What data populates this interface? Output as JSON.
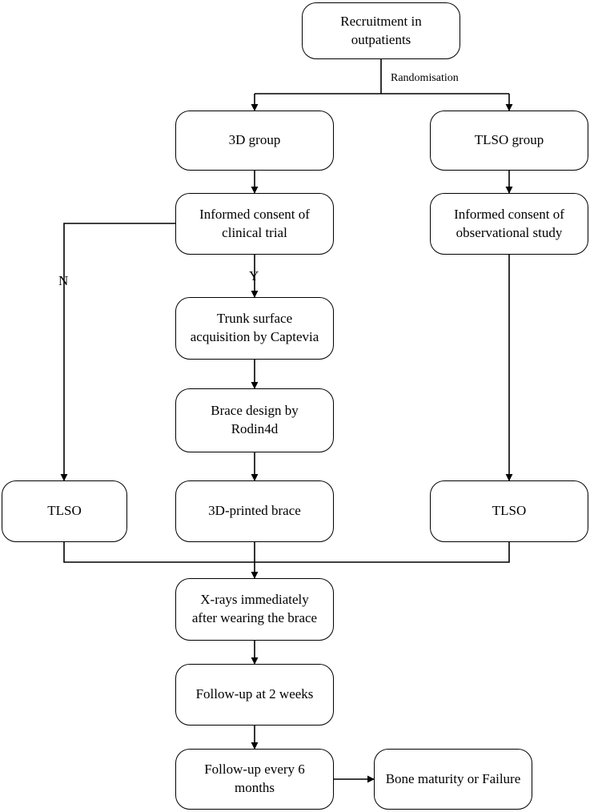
{
  "nodes": {
    "recruitment": "Recruitment in\noutpatients",
    "group_3d": "3D group",
    "group_tlso": "TLSO group",
    "consent_clinical": "Informed consent of\nclinical trial",
    "consent_observational": "Informed consent of\nobservational study",
    "trunk_surface": "Trunk surface\nacquisition by Captevia",
    "brace_design": "Brace design by\nRodin4d",
    "tlso_left": "TLSO",
    "printed_brace": "3D-printed brace",
    "tlso_right": "TLSO",
    "xrays": "X-rays immediately\nafter wearing the brace",
    "followup_2w": "Follow-up at 2 weeks",
    "followup_6m": "Follow-up every 6\nmonths",
    "outcome": "Bone maturity or Failure"
  },
  "labels": {
    "randomisation": "Randomisation",
    "no": "N",
    "yes": "Y"
  }
}
